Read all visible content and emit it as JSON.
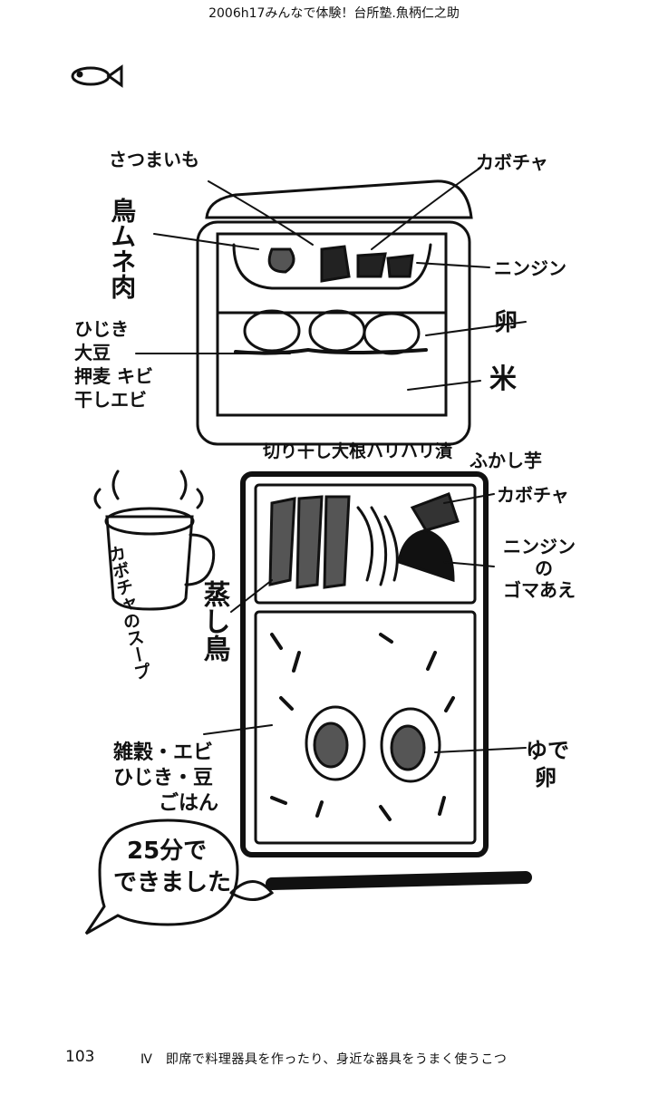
{
  "header": {
    "title": "2006h17みんなで体験！台所塾.魚柄仁之助"
  },
  "illustration": {
    "rice_cooker_labels": {
      "sweet_potato": "さつまいも",
      "pumpkin": "カボチャ",
      "chicken_breast": "鳥ムネ肉",
      "carrot": "ニンジン",
      "mix_items": [
        "ひじき",
        "大豆",
        "押麦 キビ",
        "干しエビ"
      ],
      "egg": "卵",
      "rice": "米"
    },
    "bento_labels": {
      "pickles": "切り干し大根ハリハリ漬",
      "steamed_potato": "ふかし芋",
      "pumpkin": "カボチャ",
      "carrot_sesame": [
        "ニンジン",
        "の",
        "ゴマあえ"
      ],
      "steamed_chicken": "蒸し鳥",
      "rice_mix": [
        "雑穀・エビ",
        "ひじき・豆",
        "ごはん"
      ],
      "boiled_egg": [
        "ゆで",
        "卵"
      ]
    },
    "soup_label": "カボチャのスープ",
    "bubble": [
      "25分で",
      "できました"
    ]
  },
  "footer": {
    "page_number": "103",
    "chapter": "Ⅳ　即席で料理器具を作ったり、身近な器具をうまく使うこつ"
  }
}
